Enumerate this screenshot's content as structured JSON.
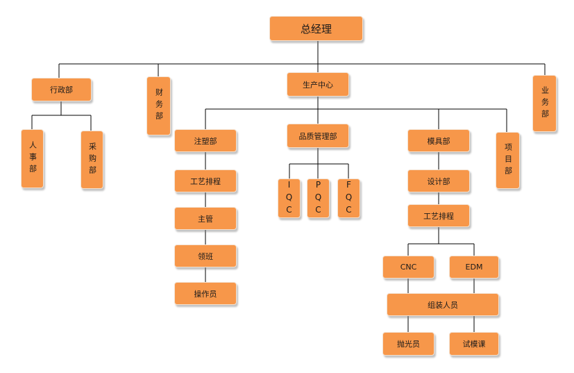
{
  "org_chart": {
    "root": "总经理",
    "admin": "行政部",
    "hr": "人事部",
    "purchasing": "采购部",
    "finance": "财务部",
    "production_center": "生产中心",
    "business": "业务部",
    "injection": "注塑部",
    "injection_process": "工艺排程",
    "supervisor": "主管",
    "team_leader": "领班",
    "operator": "操作员",
    "quality": "品质管理部",
    "iqc": "IQC",
    "pqc": "PQC",
    "fqc": "FQC",
    "mold": "模具部",
    "design": "设计部",
    "mold_process": "工艺排程",
    "cnc": "CNC",
    "edm": "EDM",
    "assembly": "组装人员",
    "polisher": "抛光员",
    "trial_mold": "试模课",
    "project": "项目部"
  },
  "colors": {
    "node_fill": "#f7974a",
    "node_border": "#f3e2d2",
    "connector": "#000000"
  }
}
